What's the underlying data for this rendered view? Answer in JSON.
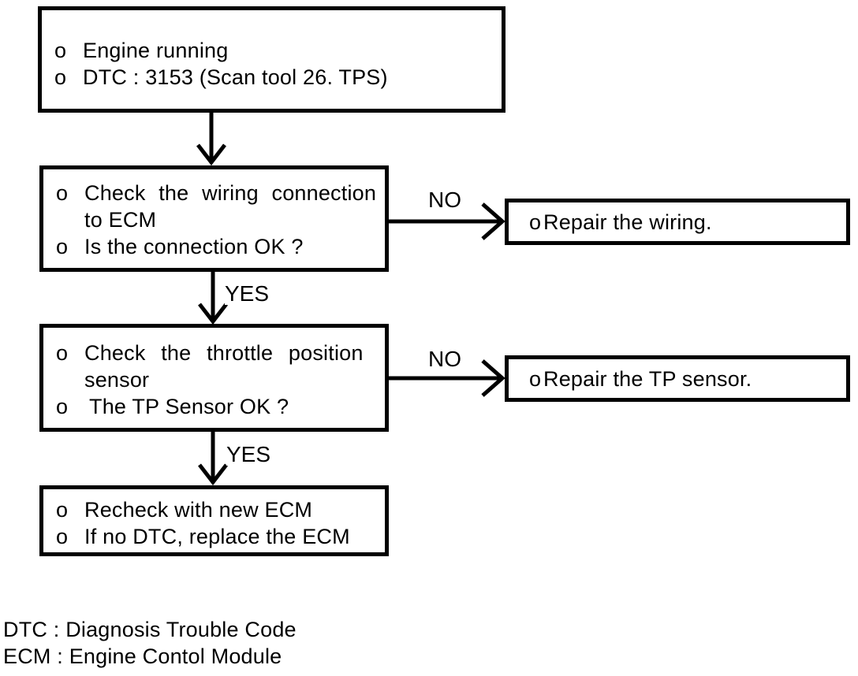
{
  "flowchart": {
    "boxes": [
      {
        "name": "start",
        "lines": [
          {
            "bullet": "o",
            "text": "Engine running"
          },
          {
            "bullet": "o",
            "text": "DTC : 3153 (Scan tool 26. TPS)"
          }
        ]
      },
      {
        "name": "check-wiring",
        "lines": [
          {
            "bullet": "o",
            "text": "Check the wiring connection"
          },
          {
            "text": "to ECM"
          },
          {
            "bullet": "o",
            "text": "Is the connection OK ?"
          }
        ]
      },
      {
        "name": "repair-wiring",
        "lines": [
          {
            "bullet": "o",
            "text": "Repair the wiring."
          }
        ]
      },
      {
        "name": "check-tp-sensor",
        "lines": [
          {
            "bullet": "o",
            "text": "Check the throttle position"
          },
          {
            "text": "sensor"
          },
          {
            "bullet": "o",
            "text": "The TP Sensor OK ?"
          }
        ]
      },
      {
        "name": "repair-tp-sensor",
        "lines": [
          {
            "bullet": "o",
            "text": "Repair the TP sensor."
          }
        ]
      },
      {
        "name": "recheck-ecm",
        "lines": [
          {
            "bullet": "o",
            "text": "Recheck with new ECM"
          },
          {
            "bullet": "o",
            "text": "If no DTC, replace the ECM"
          }
        ]
      }
    ],
    "connector_labels": {
      "yes": "YES",
      "no": "NO"
    }
  },
  "legend": {
    "lines": [
      "DTC : Diagnosis Trouble Code",
      "ECM : Engine Contol Module"
    ]
  },
  "colors": {
    "ink": "#000000",
    "background": "#ffffff"
  }
}
